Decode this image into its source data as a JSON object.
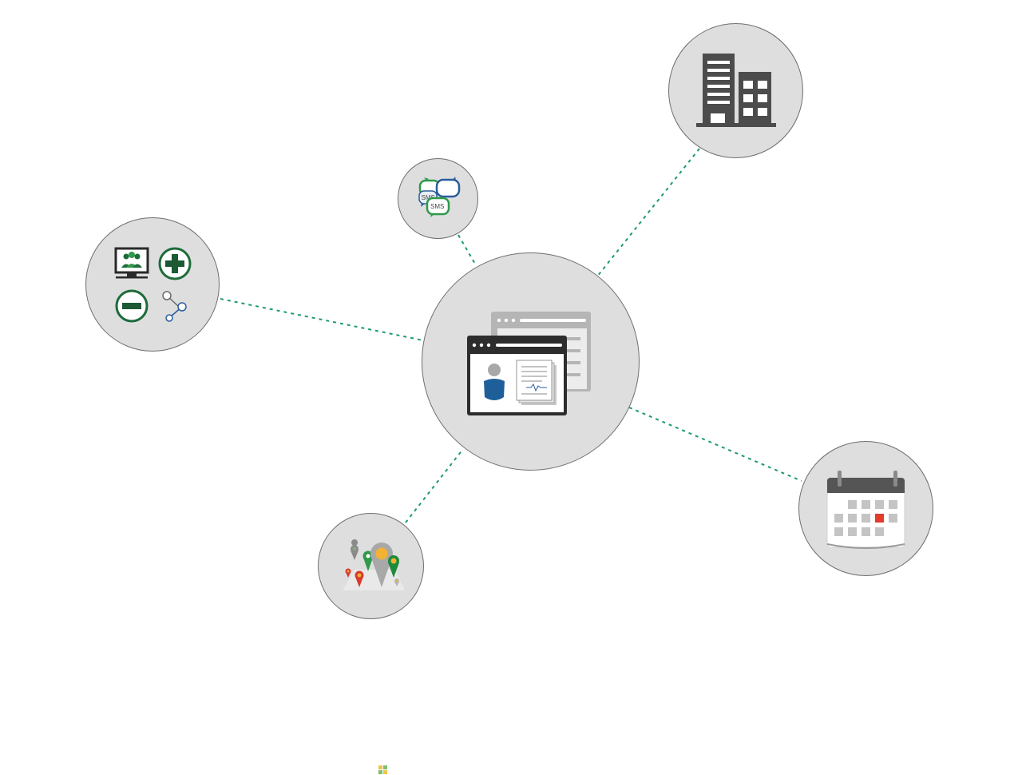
{
  "diagram": {
    "connector_color": "#1f9a6a",
    "node_fill": "#dededf",
    "node_stroke": "#6f6f6f",
    "hub": {
      "icon": "patient-portal-icon"
    },
    "satellites": [
      {
        "id": "sms",
        "icon": "sms-chat-bubbles-icon",
        "labels": [
          "SMS",
          "SMS"
        ]
      },
      {
        "id": "building",
        "icon": "office-building-icon"
      },
      {
        "id": "tools",
        "icon": "group-monitor-add-remove-share-icons"
      },
      {
        "id": "calendar",
        "icon": "calendar-icon"
      },
      {
        "id": "map",
        "icon": "map-location-pins-icon"
      }
    ]
  },
  "sms_bubble": {
    "label_1": "SMS",
    "label_2": "SMS"
  },
  "palette": {
    "green_dark": "#1d6b3a",
    "green": "#2e9a4a",
    "blue": "#2a5d9c",
    "dark_gray": "#4c4c4c",
    "mid_gray": "#b5b5b5",
    "red_accent": "#e43b2f",
    "yellow": "#f2b233"
  }
}
